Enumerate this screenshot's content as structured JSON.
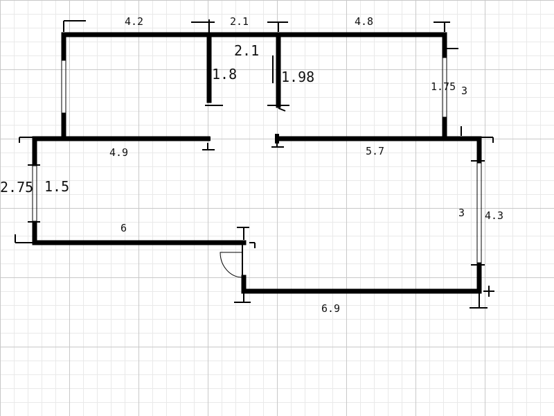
{
  "floor_plan": {
    "dimensions": {
      "top_left": "4.2",
      "top_middle": "2.1",
      "top_middle_inner": "2.1",
      "top_right": "4.8",
      "inner_wall_left": "1.8",
      "inner_wall_right": "1.98",
      "right_window": "1.75",
      "right_upper": "3",
      "mid_left": "4.9",
      "mid_right": "5.7",
      "left_outer": "2.75",
      "left_window": "1.5",
      "lower_left": "6",
      "right_lower_inner": "3",
      "right_lower_outer": "4.3",
      "bottom": "6.9"
    }
  }
}
